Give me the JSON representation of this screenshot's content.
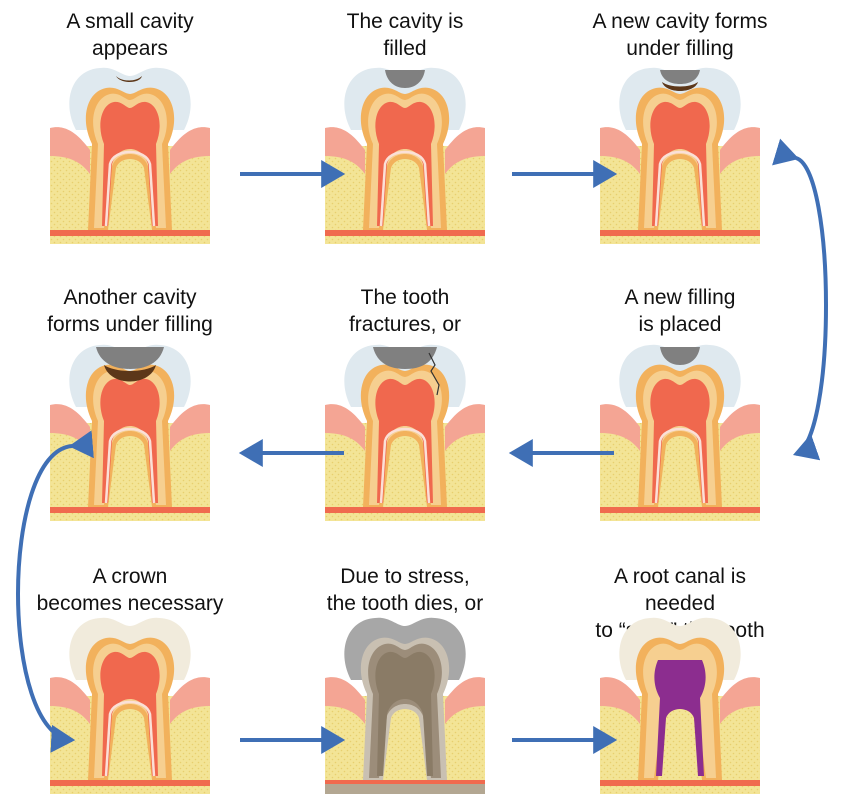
{
  "colors": {
    "gum": "#f4a594",
    "bone": "#f3e496",
    "bone_dot": "#e8cf6e",
    "enamel": "#dfe9ef",
    "crown": "#f1ebdc",
    "dentin_outer": "#f2b15c",
    "dentin": "#f6cf90",
    "pulp": "#f0684e",
    "root_line": "#fbe0d7",
    "base_stripe": "#f06a4e",
    "filling": "#808080",
    "decay": "#5c3719",
    "canal": "#8c2d8f",
    "dead": "#9c8d7a",
    "arrow": "#3f6fb5"
  },
  "panels": [
    {
      "id": "p1",
      "caption": [
        "A small cavity",
        "appears"
      ],
      "state": "small-cavity"
    },
    {
      "id": "p2",
      "caption": [
        "The cavity is",
        "filled"
      ],
      "state": "filled"
    },
    {
      "id": "p3",
      "caption": [
        "A new cavity forms",
        "under filling"
      ],
      "state": "cavity-under-filling"
    },
    {
      "id": "p4",
      "caption": [
        "Another cavity",
        "forms under filling"
      ],
      "state": "big-cavity-under-filling"
    },
    {
      "id": "p5",
      "caption": [
        "The tooth",
        "fractures, or"
      ],
      "state": "fractured"
    },
    {
      "id": "p6",
      "caption": [
        "A new filling",
        "is placed"
      ],
      "state": "new-filling"
    },
    {
      "id": "p7",
      "caption": [
        "A crown",
        "becomes necessary"
      ],
      "state": "crown"
    },
    {
      "id": "p8",
      "caption": [
        "Due to stress,",
        "the tooth dies, or"
      ],
      "state": "dead-tooth"
    },
    {
      "id": "p9",
      "caption": [
        "A root canal is needed",
        "to “save” the tooth"
      ],
      "state": "root-canal"
    }
  ]
}
